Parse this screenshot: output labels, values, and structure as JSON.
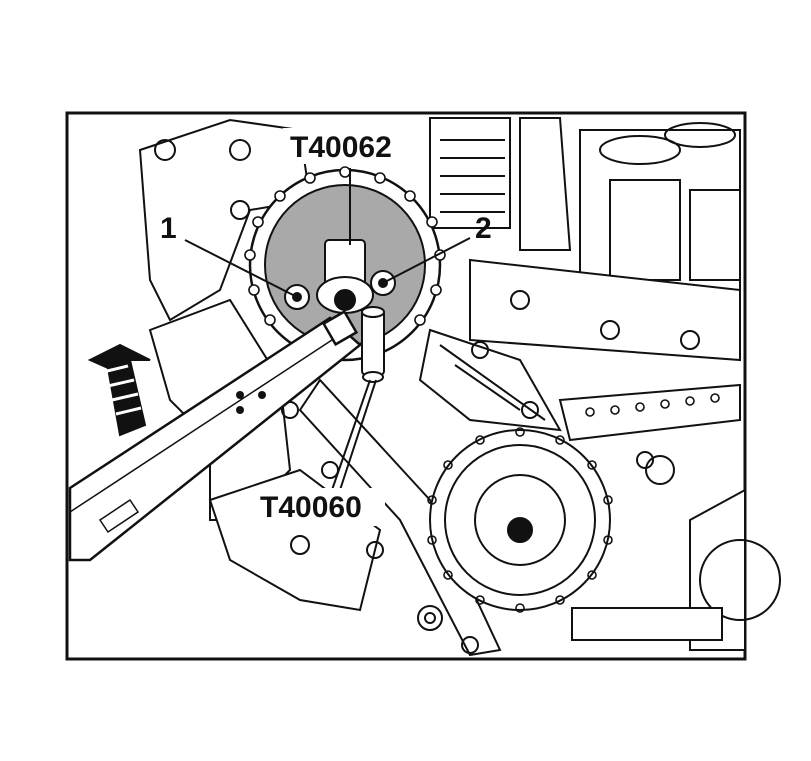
{
  "figure": {
    "tool_labels": {
      "top_tool": "T40062",
      "bottom_tool": "T40060"
    },
    "callouts": {
      "item_1": "1",
      "item_2": "2"
    },
    "reference_code": "",
    "colors": {
      "line": "#111111",
      "sprocket_fill": "#a9a9a9",
      "background": "#ffffff"
    },
    "icons": [
      "rotation-arrow-icon"
    ]
  }
}
